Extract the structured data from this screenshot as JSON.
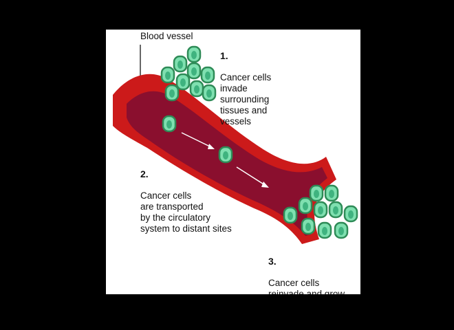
{
  "labels": {
    "vessel": "Blood vessel",
    "step1_number": "1.",
    "step1_text": "Cancer cells\ninvade\nsurrounding\ntissues and\nvessels",
    "step2_number": "2.",
    "step2_text": "Cancer cells\nare transported\nby the circulatory\nsystem to distant sites",
    "step3_number": "3.",
    "step3_text": "Cancer cells\nreinvade and grow\nat new location"
  },
  "colors": {
    "background": "#000000",
    "panel": "#ffffff",
    "vessel_wall": "#cc1a1a",
    "vessel_lumen": "#8a0f2e",
    "cell_fill": "#7fe0b0",
    "cell_outline": "#2e8b57"
  }
}
